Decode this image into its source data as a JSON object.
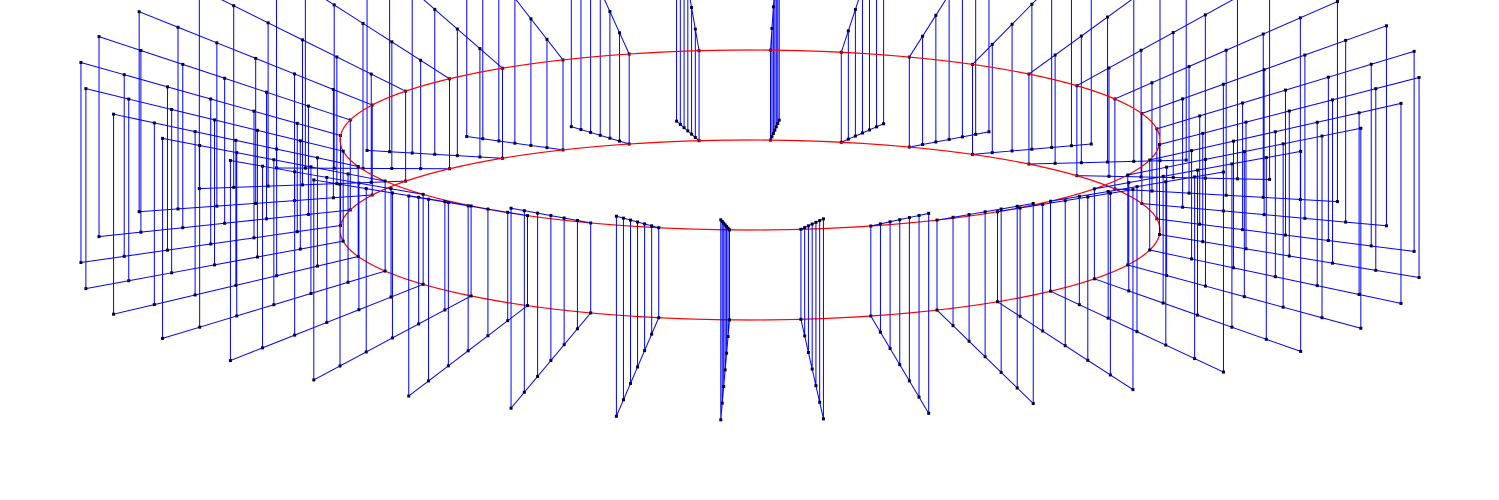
{
  "diagram": {
    "kind": "3d-wireframe-ring",
    "background_color": "#ffffff",
    "ring_color": "#ff0000",
    "spoke_color": "#0000ff",
    "vertex_color": "#000033",
    "ring_count": 2,
    "spoke_count": 36,
    "segments_per_spoke": 4
  }
}
